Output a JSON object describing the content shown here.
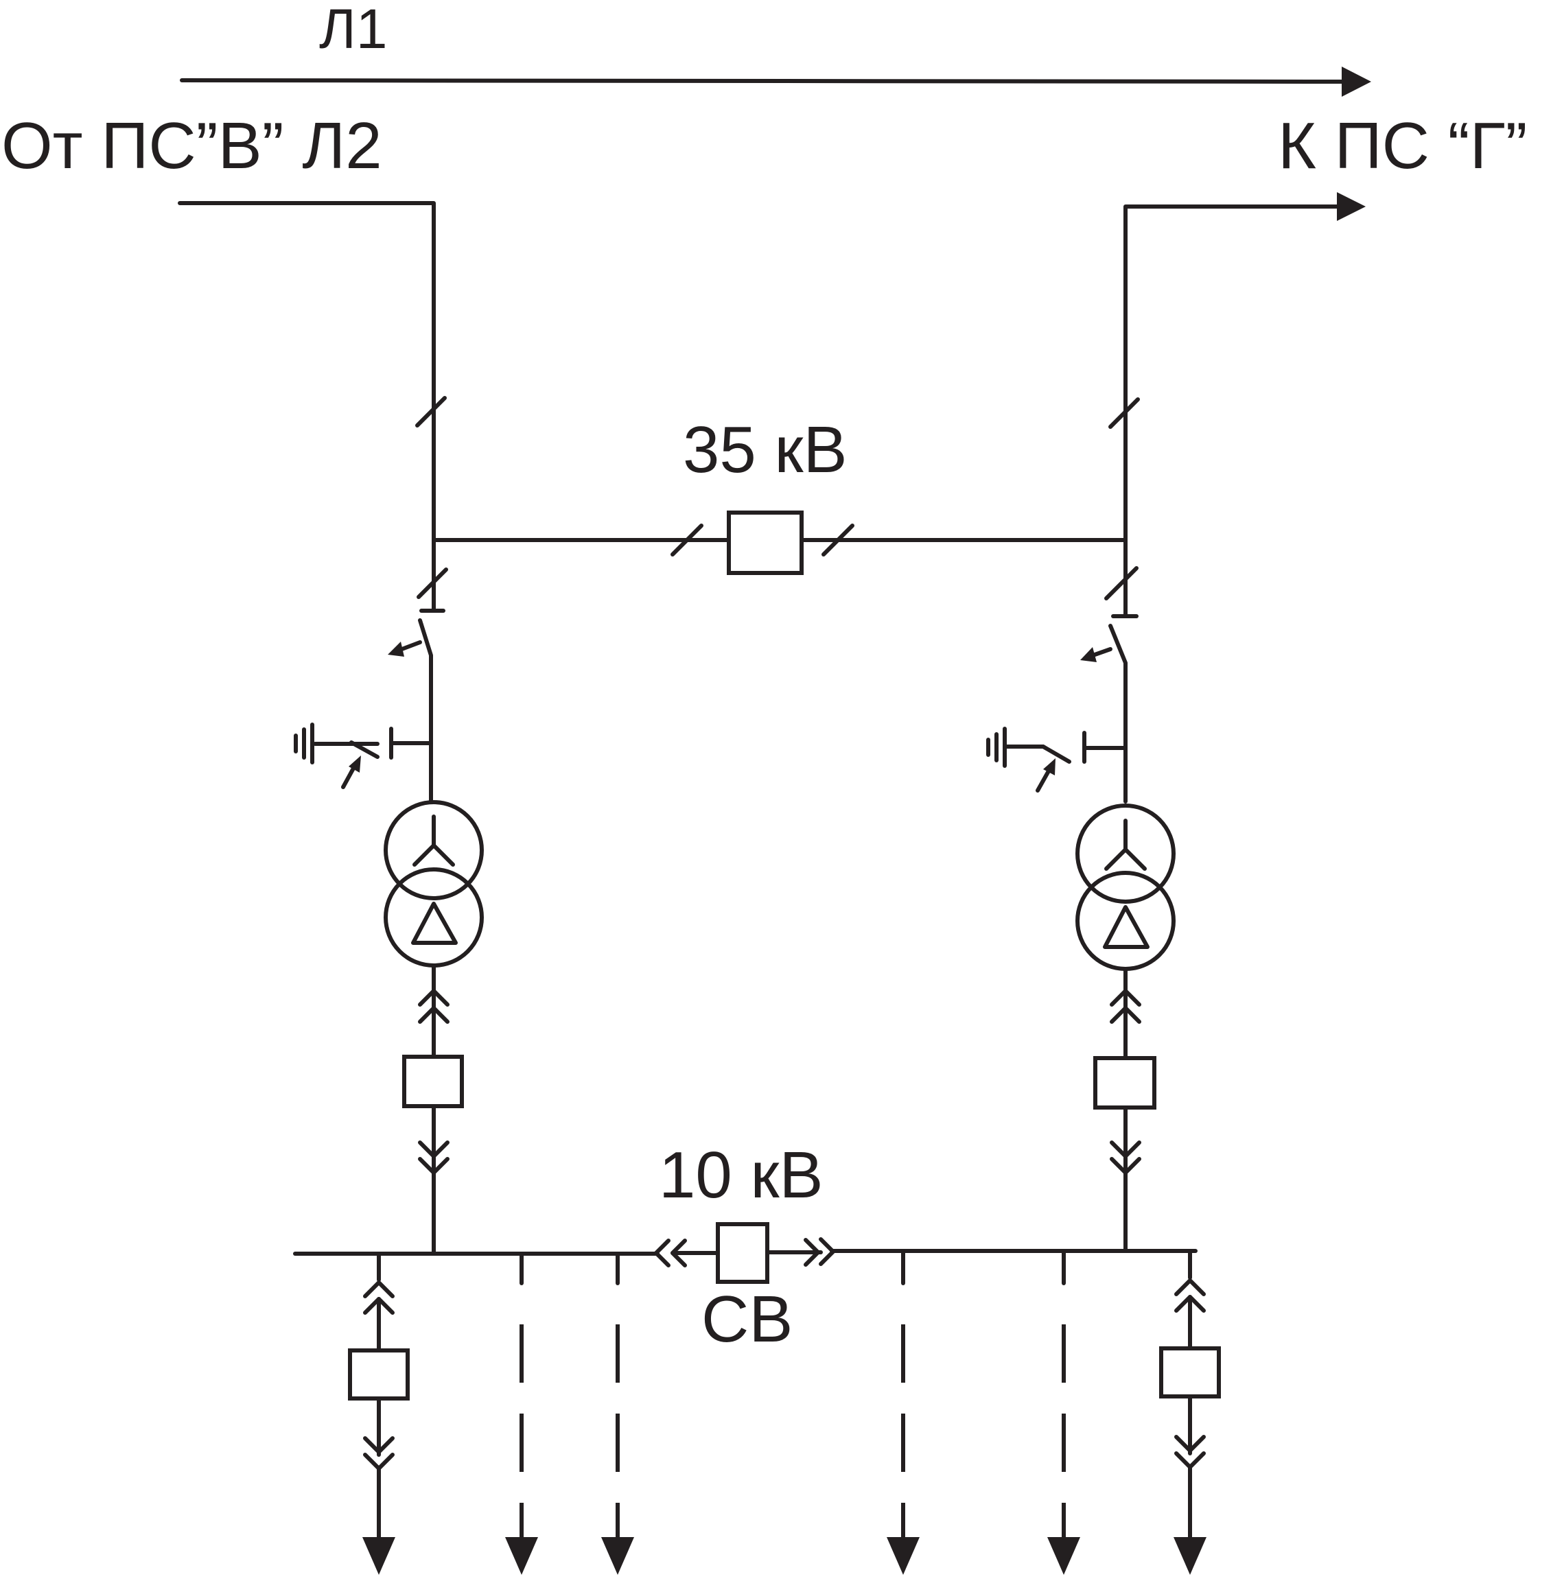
{
  "labels": {
    "line1": "Л1",
    "from_substation": "От ПС”В” Л2",
    "to_substation": "К ПС “Г”",
    "voltage_high": "35 кВ",
    "voltage_low": "10 кВ",
    "sectional_breaker": "СВ"
  },
  "colors": {
    "ink": "#231f20",
    "background": "#ffffff"
  }
}
